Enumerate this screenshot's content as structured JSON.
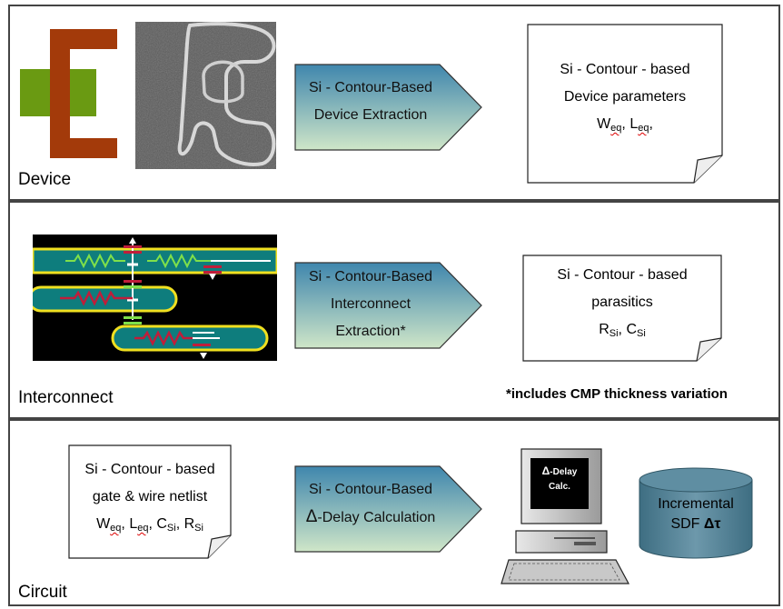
{
  "rows": {
    "device": {
      "label": "Device"
    },
    "interconnect": {
      "label": "Interconnect",
      "note": "*includes CMP thickness variation"
    },
    "circuit": {
      "label": "Circuit"
    }
  },
  "arrows": {
    "device": {
      "line1": "Si - Contour-Based",
      "line2": "Device Extraction"
    },
    "interconnect": {
      "line1": "Si - Contour-Based",
      "line2": "Interconnect",
      "line3": "Extraction*"
    },
    "circuit": {
      "line1": "Si - Contour-Based",
      "line2_delta": "Δ",
      "line2_rest": "-Delay Calculation"
    }
  },
  "docs": {
    "device": {
      "line1": "Si - Contour - based",
      "line2": "Device parameters",
      "w": "W",
      "w_sub": "eq",
      "sep": ", ",
      "l": "L",
      "l_sub": "eq",
      "tail": ","
    },
    "interconnect": {
      "line1": "Si - Contour - based",
      "line2": "parasitics",
      "r": "R",
      "r_sub": "Si",
      "sep": ", ",
      "c": "C",
      "c_sub": "Si"
    },
    "circuit": {
      "line1": "Si - Contour - based",
      "line2": "gate & wire  netlist",
      "w": "W",
      "w_sub": "eq",
      "l": "L",
      "l_sub": "eq",
      "c": "C",
      "c_sub": "Si",
      "r": "R",
      "r_sub": "Si",
      "sep": ", "
    }
  },
  "computer": {
    "screen_line1": "Δ",
    "screen_line1b": "-Delay",
    "screen_line2": "Calc."
  },
  "database": {
    "line1": "Incremental",
    "line2": "SDF",
    "line2b": "Δτ"
  },
  "colors": {
    "gate_brown": "#a33a0a",
    "active_green": "#6a9a12",
    "arrow_top": "#3f86ad",
    "arrow_bottom": "#cfe6c8",
    "db_fill": "#4f7f94",
    "wire_teal": "#0e7d7d",
    "wire_yellow": "#f0e020"
  }
}
